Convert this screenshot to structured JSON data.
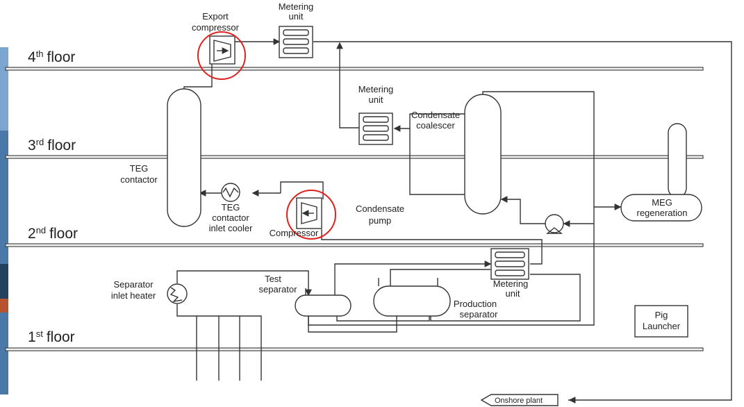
{
  "floors": [
    {
      "main": "4",
      "suffix": "th",
      "word": "floor"
    },
    {
      "main": "3",
      "suffix": "rd",
      "word": "floor"
    },
    {
      "main": "2",
      "suffix": "nd",
      "word": "floor"
    },
    {
      "main": "1",
      "suffix": "st",
      "word": "floor"
    }
  ],
  "labels": {
    "export_compressor": [
      "Export",
      "compressor"
    ],
    "metering_unit_top": [
      "Metering",
      "unit"
    ],
    "metering_unit_mid": [
      "Metering",
      "unit"
    ],
    "metering_unit_low": [
      "Metering",
      "unit"
    ],
    "condensate_coalescer": [
      "Condensate",
      "coalescer"
    ],
    "teg_contactor": [
      "TEG",
      "contactor"
    ],
    "teg_cooler": [
      "TEG",
      "contactor",
      "inlet cooler"
    ],
    "compressor": [
      "Compressor"
    ],
    "condensate_pump": [
      "Condensate",
      "pump"
    ],
    "meg_regeneration": [
      "MEG",
      "regeneration"
    ],
    "separator_heater": [
      "Separator",
      "inlet heater"
    ],
    "test_separator": [
      "Test",
      "separator"
    ],
    "production_separator": [
      "Production",
      "separator"
    ],
    "pig_launcher": [
      "Pig",
      "Launcher"
    ],
    "onshore_plant": [
      "Onshore plant"
    ]
  },
  "colors": {
    "line": "#333333",
    "highlight": "#e0201c",
    "background": "#ffffff"
  }
}
